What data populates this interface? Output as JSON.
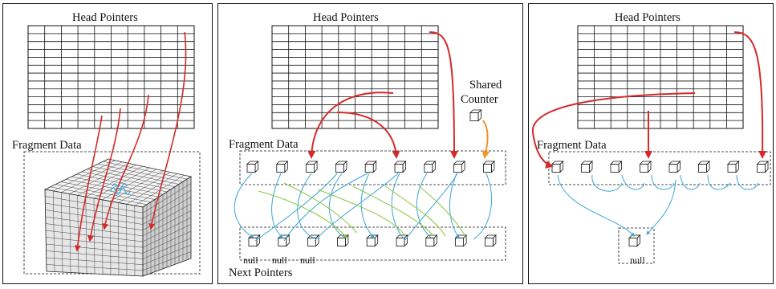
{
  "panel_left": {
    "head_pointers_label": "Head Pointers",
    "fragment_data_label": "Fragment Data"
  },
  "panel_middle": {
    "head_pointers_label": "Head Pointers",
    "shared_counter_label_line1": "Shared",
    "shared_counter_label_line2": "Counter",
    "fragment_data_label": "Fragment Data",
    "next_pointers_label": "Next Pointers",
    "null_labels": [
      "null",
      "null",
      "null"
    ]
  },
  "panel_right": {
    "head_pointers_label": "Head Pointers",
    "fragment_data_label": "Fragment Data",
    "null_label": "null"
  },
  "colors": {
    "head_arrow": "#d42a2a",
    "counter_arrow": "#f0932b",
    "next_link_blue": "#3aa6d8",
    "next_link_green": "#8cc63f",
    "line": "#111111"
  }
}
